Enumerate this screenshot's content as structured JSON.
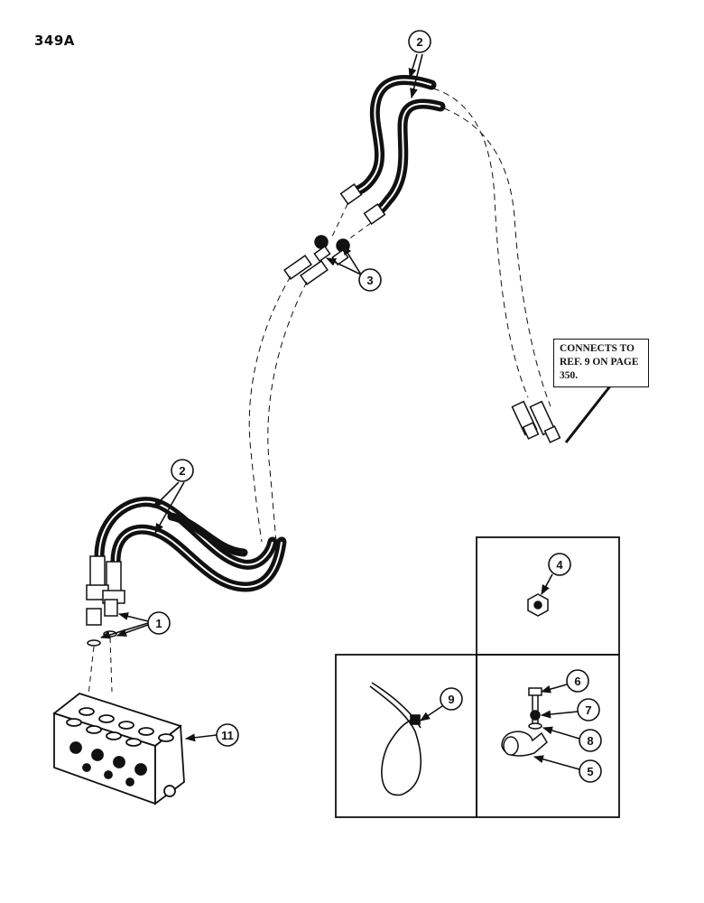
{
  "page_number": "349A",
  "note": {
    "line1": "CONNECTS TO",
    "line2": "REF. 9 ON PAGE",
    "line3": "350."
  },
  "callouts": {
    "c1": "1",
    "c2_top": "2",
    "c2_bottom": "2",
    "c3": "3",
    "c4": "4",
    "c5": "5",
    "c6": "6",
    "c7": "7",
    "c8": "8",
    "c9": "9",
    "c11": "11"
  },
  "colors": {
    "ink": "#111111",
    "paper": "#ffffff"
  },
  "icons": [
    "hose-assembly-icon",
    "fitting-icon",
    "valve-block-icon",
    "cable-tie-icon",
    "clamp-icon",
    "bolt-icon"
  ]
}
